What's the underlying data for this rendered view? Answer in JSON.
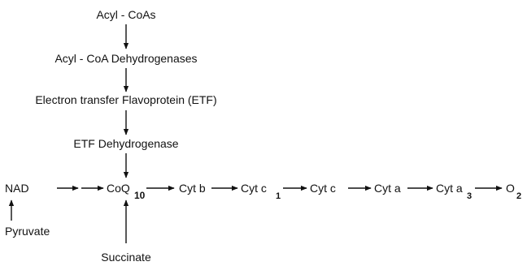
{
  "vertical_chain": [
    "Acyl - CoAs",
    "Acyl - CoA Dehydrogenases",
    "Electron transfer Flavoprotein (ETF)",
    "ETF Dehydrogenase"
  ],
  "main_chain": {
    "nad": "NAD",
    "coq": {
      "base": "CoQ",
      "sub": "10"
    },
    "cyt_b": "Cyt b",
    "cyt_c1": {
      "base": "Cyt c",
      "sub": "1"
    },
    "cyt_c": "Cyt c",
    "cyt_a": "Cyt a",
    "cyt_a3": {
      "base": "Cyt a",
      "sub": "3"
    },
    "o2": {
      "base": "O",
      "sub": "2"
    }
  },
  "inputs": {
    "pyruvate": "Pyruvate",
    "succinate": "Succinate"
  }
}
